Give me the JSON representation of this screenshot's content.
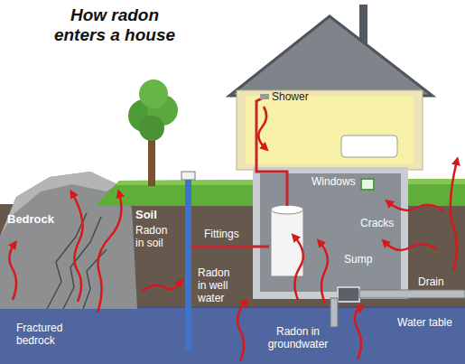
{
  "diagram": {
    "title": "How radon enters a house",
    "labels": [
      "Bedrock",
      "Soil",
      "Radon in soil",
      "Fittings",
      "Shower",
      "Windows",
      "Cracks",
      "Sump",
      "Radon in well water",
      "Drain",
      "Fractured bedrock",
      "Water table",
      "Radon in groundwater"
    ]
  }
}
